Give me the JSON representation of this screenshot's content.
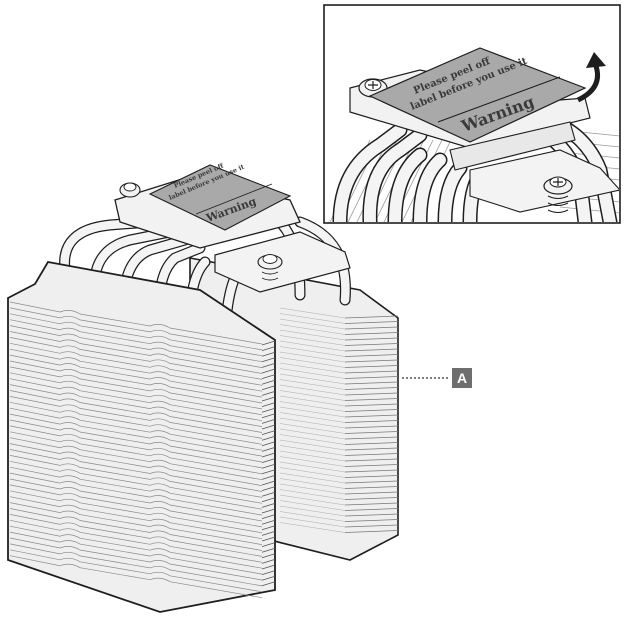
{
  "label": {
    "line1": "Please peel off",
    "line2": "label before you use it",
    "warning": "Warning"
  },
  "callout": {
    "letter": "A"
  },
  "colors": {
    "outline": "#1e1e1e",
    "fin_fill": "#efefef",
    "fin_shade": "#d9d9d9",
    "label_fill": "#a9a9a9",
    "label_text": "#3b3b3b",
    "callout_box": "#6e6e6e",
    "pipe_fill": "#f4f4f4"
  },
  "icons": {
    "peel_arrow": "curved-arrow-up-icon",
    "screw": "spring-screw-icon"
  }
}
